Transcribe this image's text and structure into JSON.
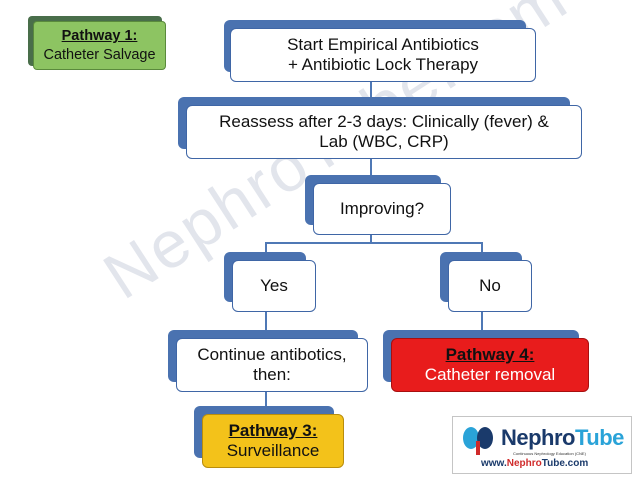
{
  "pathway1": {
    "title": "Pathway 1:",
    "subtitle": "Catheter Salvage"
  },
  "step_start": {
    "line1": "Start Empirical Antibiotics",
    "line2": "+ Antibiotic Lock Therapy"
  },
  "step_reassess": {
    "line1": "Reassess after 2-3 days: Clinically (fever) &",
    "line2": "Lab (WBC, CRP)"
  },
  "decision": {
    "label": "Improving?"
  },
  "branch_yes": {
    "label": "Yes"
  },
  "branch_no": {
    "label": "No"
  },
  "step_continue": {
    "line1": "Continue antibotics,",
    "line2": "then:"
  },
  "pathway3": {
    "title": "Pathway 3:",
    "subtitle": "Surveillance"
  },
  "pathway4": {
    "title": "Pathway 4:",
    "subtitle": "Catheter removal"
  },
  "watermark": "NephroTube.com",
  "logo": {
    "name_part1": "Nephro",
    "name_part2": "Tube",
    "tagline": "Continuous Nephrology Education (CNE)",
    "url_part1": "www.",
    "url_part2": "Nephro",
    "url_part3": "Tube.com"
  },
  "colors": {
    "box_border": "#3f66a6",
    "shadow_blue": "#4a72b0",
    "pathway1_fill": "#8dc462",
    "pathway3_fill": "#f3c21a",
    "pathway4_fill": "#e81c1c"
  }
}
